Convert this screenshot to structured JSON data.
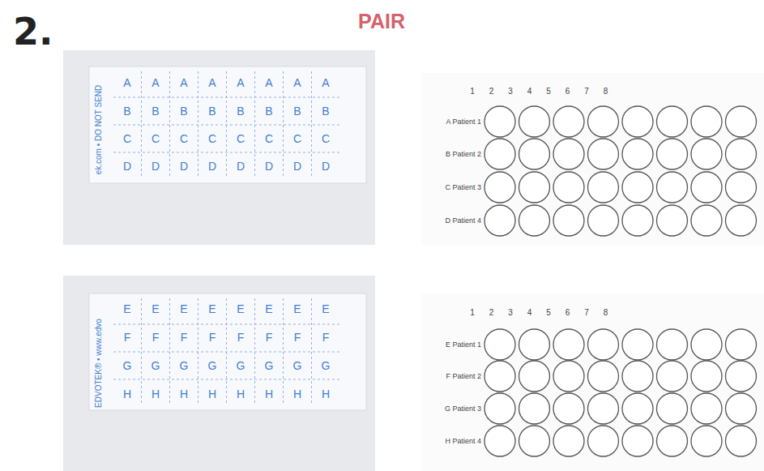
{
  "diagram": {
    "title": "PAIR",
    "labels": [
      "2.",
      "A",
      "A",
      "A",
      "A",
      "A",
      "A",
      "A",
      "A",
      "B",
      "B",
      "B",
      "B",
      "B",
      "B",
      "B",
      "B",
      "C",
      "C",
      "C",
      "C",
      "C",
      "C",
      "C",
      "C",
      "D",
      "D",
      "D",
      "D",
      "D",
      "D",
      "D",
      "D",
      "ek.com • DO NOT SEND",
      "E",
      "E",
      "E",
      "E",
      "E",
      "E",
      "E",
      "E",
      "F",
      "F",
      "F",
      "F",
      "F",
      "F",
      "F",
      "F",
      "G",
      "G",
      "G",
      "G",
      "G",
      "G",
      "G",
      "G",
      "H",
      "H",
      "H",
      "H",
      "H",
      "H",
      "H",
      "H",
      "EDVOTEK® • www.edvo",
      "1",
      "2",
      "3",
      "4",
      "5",
      "6",
      "7",
      "8",
      "A Patient 1",
      "B Patient 2",
      "C Patient 3",
      "D Patient 4",
      "1",
      "2",
      "3",
      "4",
      "5",
      "6",
      "7",
      "8",
      "E Patient 1",
      "F Patient 2",
      "G Patient 3",
      "H Patient 4"
    ]
  }
}
